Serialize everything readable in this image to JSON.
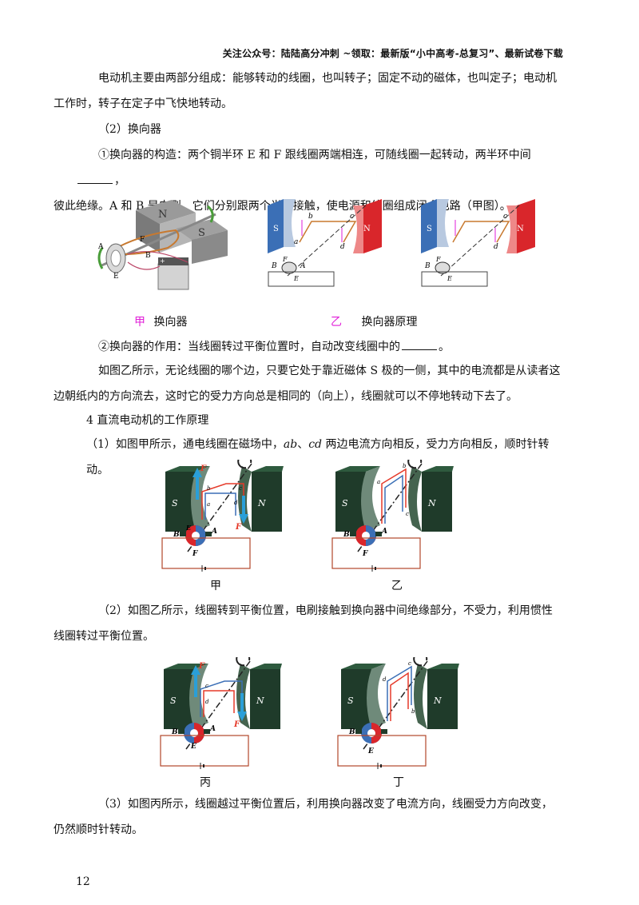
{
  "header": "关注公众号：陆陆高分冲刺 ~领取：最新版“小中高考-总复习”、最新试卷下载",
  "para1_line1": "电动机主要由两部分组成：能够转动的线圈，也叫转子；固定不动的磁体，也叫定子；电动机",
  "para1_line2": "工作时，转子在定子中飞快地转动。",
  "sec2": "（2）换向器",
  "item1_a": "①换向器的构造：两个铜半环 E 和 F 跟线圈两端相连，可随线圈一起转动，两半环中间",
  "item1_b": "，",
  "item1_line2": "彼此绝缘。A 和 B 是电刷，它们分别跟两个半环接触，使电源和线圈组成闭合电路（甲图）。",
  "fig1_labels": {
    "N": "N",
    "S": "S",
    "A": "A",
    "B": "B",
    "E": "E",
    "F": "F"
  },
  "fig2_labels": {
    "S": "S",
    "N": "N",
    "a": "a",
    "b": "b",
    "c": "c",
    "d": "d",
    "A": "A",
    "B": "B",
    "E": "E",
    "F": "F"
  },
  "cap_jia": "甲",
  "cap_jia_text": "换向器",
  "cap_yi": "乙",
  "cap_yi_text": "换向器原理",
  "item2_a": "②换向器的作用：当线圈转过平衡位置时，自动改变线圈中的",
  "item2_b": "。",
  "para2_line1": "如图乙所示，无论线圈的哪个边，只要它处于靠近磁体 S 极的一侧，其中的电流都是从读者这",
  "para2_line2": "边朝纸内的方向流去，这时它的受力方向总是相同的（向上），线圈就可以不停地转动下去了。",
  "sec4": "4  直流电动机的工作原理",
  "step1_a": "（1）如图甲所示，通电线圈在磁场中，",
  "step1_ab": "ab",
  "step1_sep": "、",
  "step1_cd": "cd",
  "step1_b": " 两边电流方向相反，受力方向相反，顺时针转动。",
  "motor_labels": {
    "F": "F",
    "A": "A",
    "B": "B",
    "E": "E",
    "N": "N",
    "S": "S",
    "a": "a",
    "b": "b",
    "c": "c",
    "d": "d"
  },
  "cap_m1": "甲",
  "cap_m2": "乙",
  "step2_line1": "（2）如图乙所示，线圈转到平衡位置，电刷接触到换向器中间绝缘部分，不受力，利用惯性",
  "step2_line2": "线圈转过平衡位置。",
  "cap_m3": "丙",
  "cap_m4": "丁",
  "step3_line1": "（3）如图丙所示，线圈越过平衡位置后，利用换向器改变了电流方向，线圈受力方向改变，",
  "step3_line2": "仍然顺时针转动。",
  "page_number": "12",
  "colors": {
    "north": "#d9262b",
    "south": "#3b6fb6",
    "magnet_dark": "#1f3b2a",
    "caption_pink": "#e01ed8",
    "force_blue": "#2a9fd8",
    "force_red": "#e53a2a",
    "circuit": "#b2462a"
  }
}
